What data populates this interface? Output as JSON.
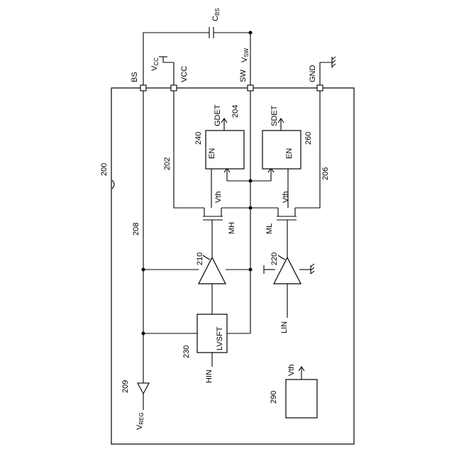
{
  "figure_ref": "200",
  "terminals": {
    "bs": "BS",
    "vcc": "VCC",
    "sw": "SW",
    "gnd": "GND"
  },
  "external": {
    "vcc_supply": "V",
    "vcc_supply_sub": "CC",
    "cbs": "C",
    "cbs_sub": "BS",
    "vsw": "V",
    "vsw_sub": "SW",
    "vreg": "V",
    "vreg_sub": "REG"
  },
  "blocks": {
    "gdet": {
      "name": "GDET",
      "ref": "240",
      "en": "EN",
      "vth": "Vth"
    },
    "sdet": {
      "name": "SDET",
      "ref": "260",
      "en": "EN",
      "vth": "Vth"
    },
    "lvsft": {
      "name": "LVSFT",
      "ref": "230"
    },
    "vth_source": {
      "ref": "290",
      "output": "Vth"
    }
  },
  "drivers": {
    "high": {
      "ref": "210"
    },
    "low": {
      "ref": "220"
    }
  },
  "transistors": {
    "high": "MH",
    "low": "ML"
  },
  "nodes": {
    "n202": "202",
    "n204": "204",
    "n206": "206",
    "n208": "208",
    "n209": "209"
  },
  "inputs": {
    "hin": "HIN",
    "lin": "LIN"
  }
}
